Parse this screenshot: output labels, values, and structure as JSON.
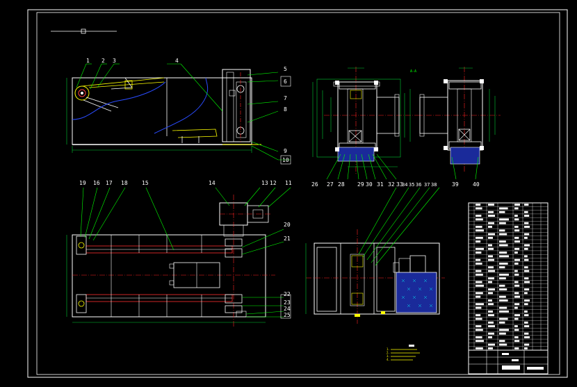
{
  "drawing": {
    "background": "#000000",
    "colors": {
      "frame": "#ffffff",
      "part": "#ffffff",
      "dimension": "#00cc33",
      "leader": "#00ff00",
      "centerline": "#ff2020",
      "hidden": "#2a4cff",
      "label": "#ffffff",
      "yellow": "#ffff00",
      "cyan": "#00ffff",
      "magenta": "#ff00ff"
    },
    "top_view_labels": [
      "1",
      "2",
      "3",
      "4",
      "5",
      "6",
      "7",
      "8",
      "9",
      "10"
    ],
    "side_view_left_labels": [
      "26",
      "27",
      "28",
      "29",
      "30",
      "31",
      "32",
      "33"
    ],
    "side_view_right_labels": [
      "39",
      "40"
    ],
    "plan_view_labels": [
      "19",
      "16",
      "17",
      "18",
      "15",
      "14",
      "13",
      "12",
      "11",
      "20",
      "21",
      "22",
      "23",
      "24",
      "25"
    ],
    "section_view_labels": [
      "34",
      "35",
      "36",
      "37",
      "38"
    ],
    "notes": [
      "1.",
      "2.",
      "3.",
      "4."
    ]
  }
}
